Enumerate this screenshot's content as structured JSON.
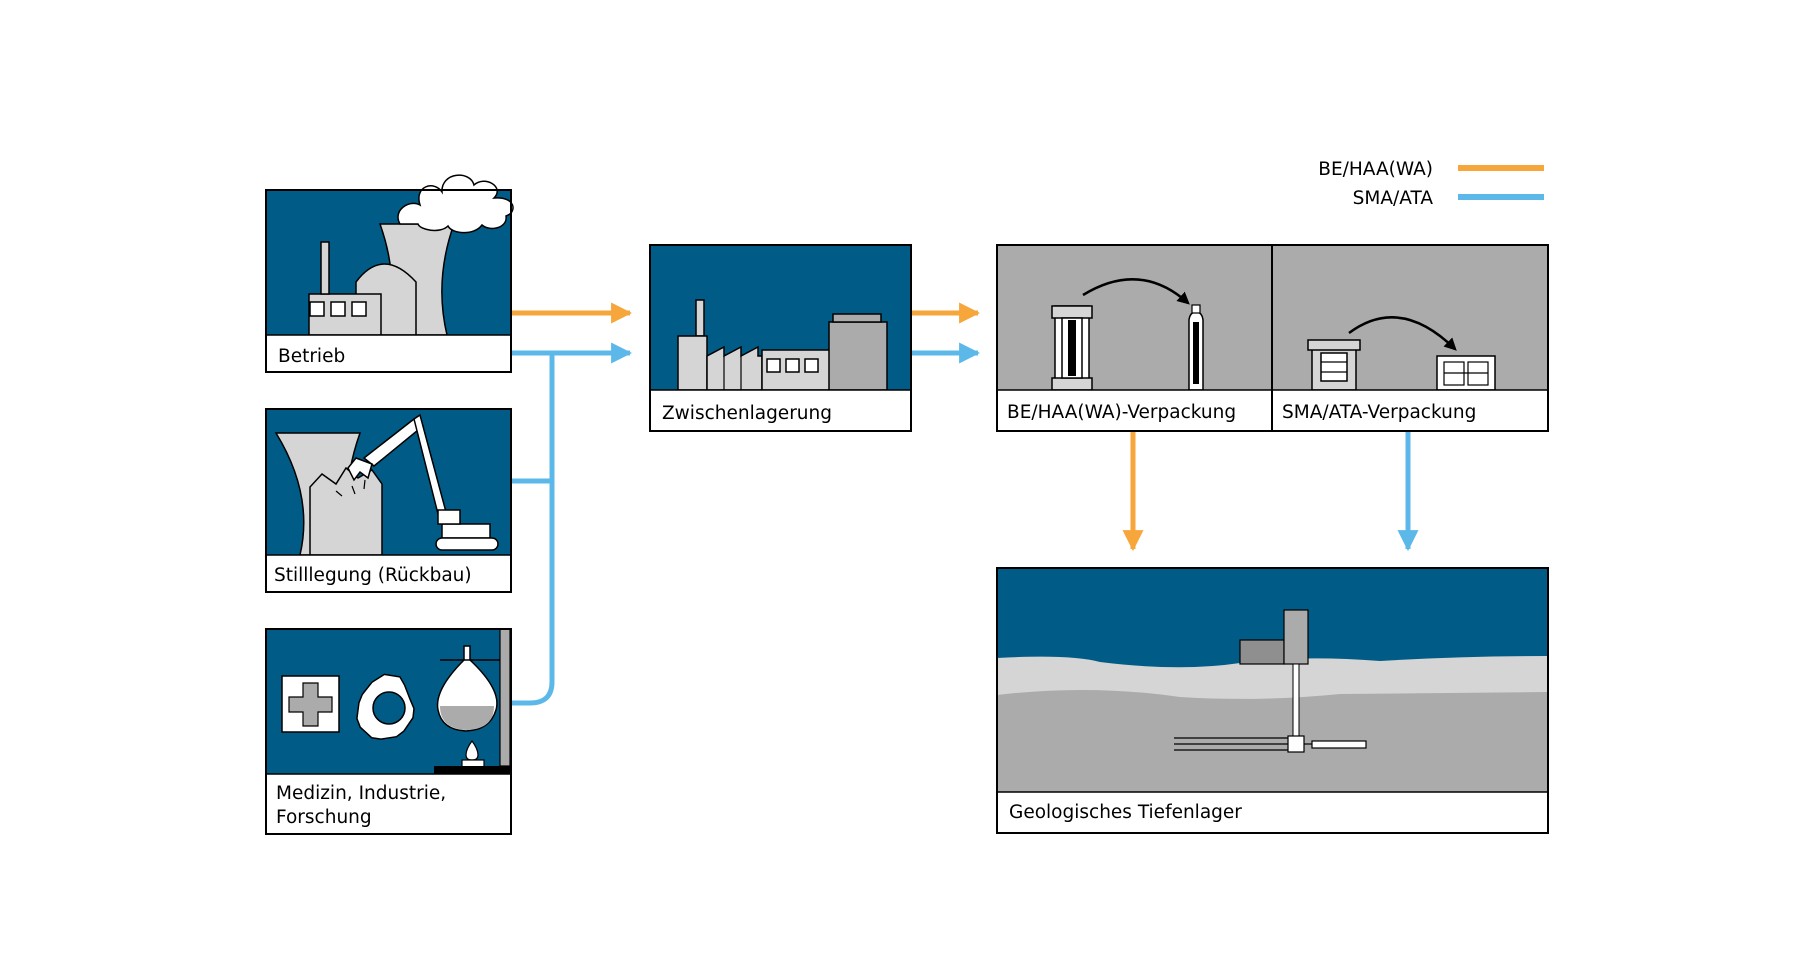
{
  "legend": [
    {
      "label": "BE/HAA(WA)",
      "color": "#F6A63B"
    },
    {
      "label": "SMA/ATA",
      "color": "#5DB8EA"
    }
  ],
  "nodes": {
    "betrieb": {
      "label": "Betrieb",
      "icon": "nuclear-power-plant-icon"
    },
    "stilllegung": {
      "label": "Stilllegung (Rückbau)",
      "icon": "demolition-excavator-icon"
    },
    "medizin": {
      "label_lines": [
        "Medizin, Industrie,",
        "Forschung"
      ],
      "icon": "medicine-industry-research-icon"
    },
    "zwischenlagerung": {
      "label": "Zwischenlagerung",
      "icon": "interim-storage-facility-icon"
    },
    "be_verpackung": {
      "label": "BE/HAA(WA)-Verpackung",
      "icon": "cask-packaging-icon"
    },
    "sma_verpackung": {
      "label": "SMA/ATA-Verpackung",
      "icon": "container-packaging-icon"
    },
    "tiefenlager": {
      "label": "Geologisches Tiefenlager",
      "icon": "deep-geological-repository-icon"
    }
  },
  "colors": {
    "panel_blue": "#005C86",
    "panel_gray": "#ABABAB",
    "light_gray": "#D5D5D5",
    "mid_gray": "#8F8F8F",
    "orange": "#F6A63B",
    "blue": "#5DB8EA"
  }
}
